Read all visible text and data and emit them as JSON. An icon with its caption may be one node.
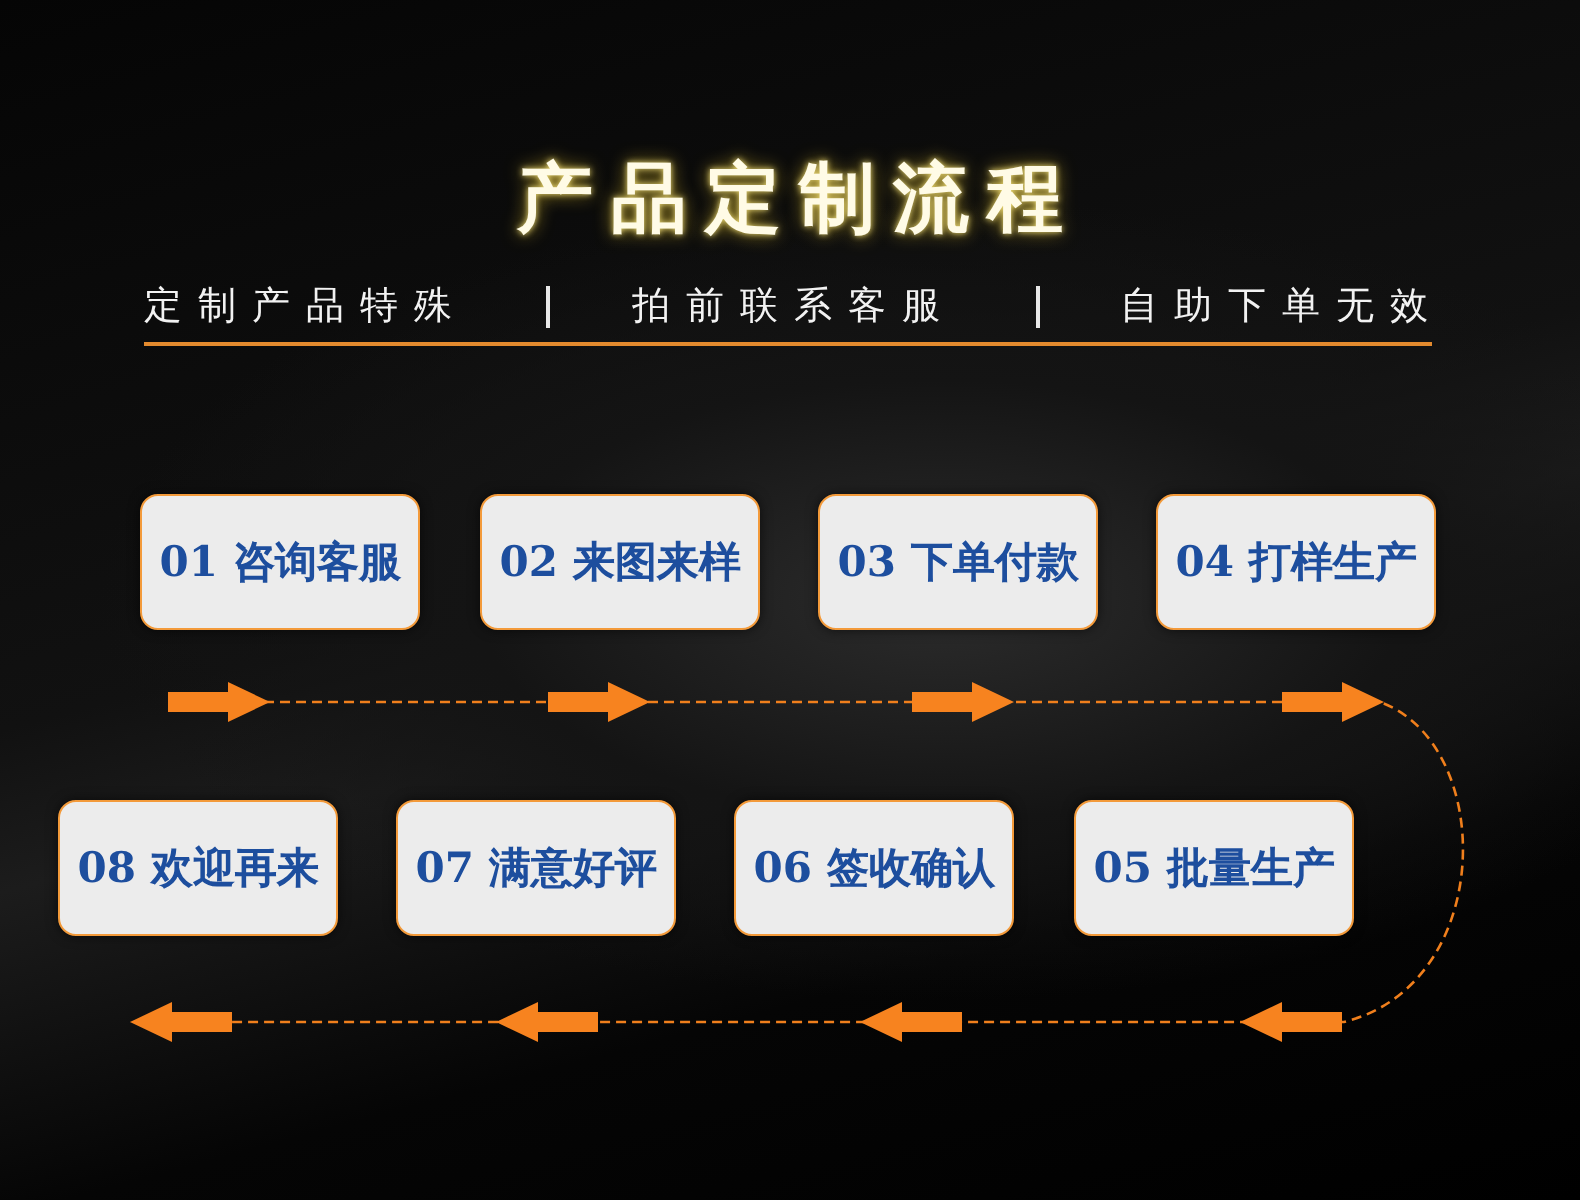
{
  "diagram": {
    "title": "产品定制流程",
    "nodes": [
      {
        "text": [
          "01 咨询客服"
        ]
      },
      {
        "text": [
          "02 来图来样"
        ]
      },
      {
        "text": [
          "03 下单付款"
        ]
      },
      {
        "text": [
          "04 打样生产"
        ]
      },
      {
        "text": [
          "05 批量生产"
        ]
      },
      {
        "text": [
          "06 签收确认"
        ]
      },
      {
        "text": [
          "07 满意好评"
        ]
      },
      {
        "text": [
          "08 欢迎再来"
        ]
      }
    ],
    "labels": [
      "定制产品特殊",
      "拍前联系客服",
      "自助下单无效"
    ]
  }
}
